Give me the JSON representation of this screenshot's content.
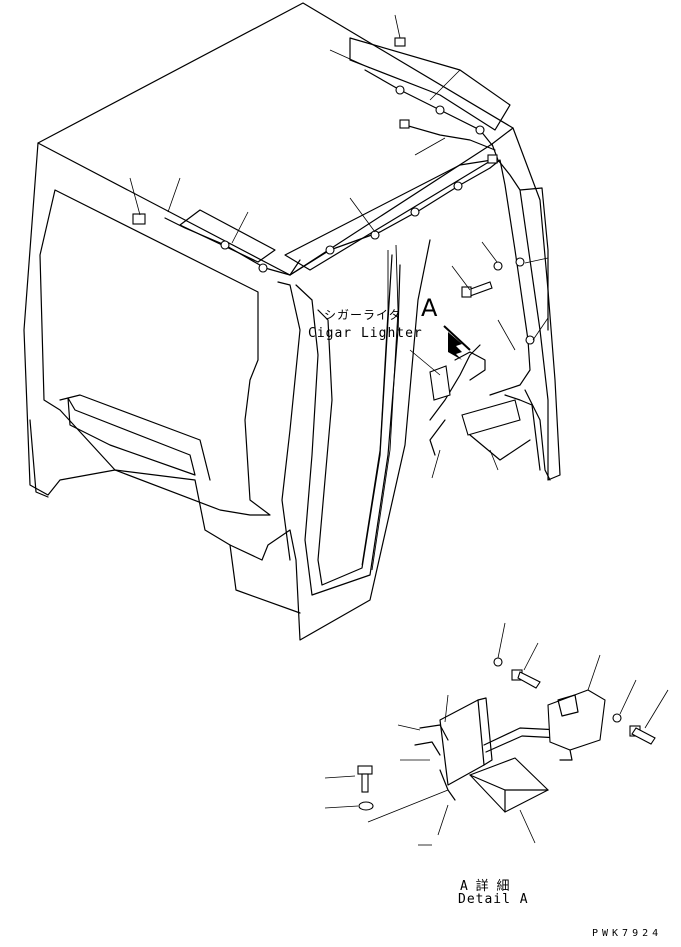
{
  "callout_cigar_lighter": {
    "japanese": "シガーライタ",
    "english": "Cigar Lighter"
  },
  "view_marker": "A",
  "detail_caption": {
    "japanese": "A 詳 細",
    "english": "Detail A"
  },
  "drawing_code": "PWK7924"
}
